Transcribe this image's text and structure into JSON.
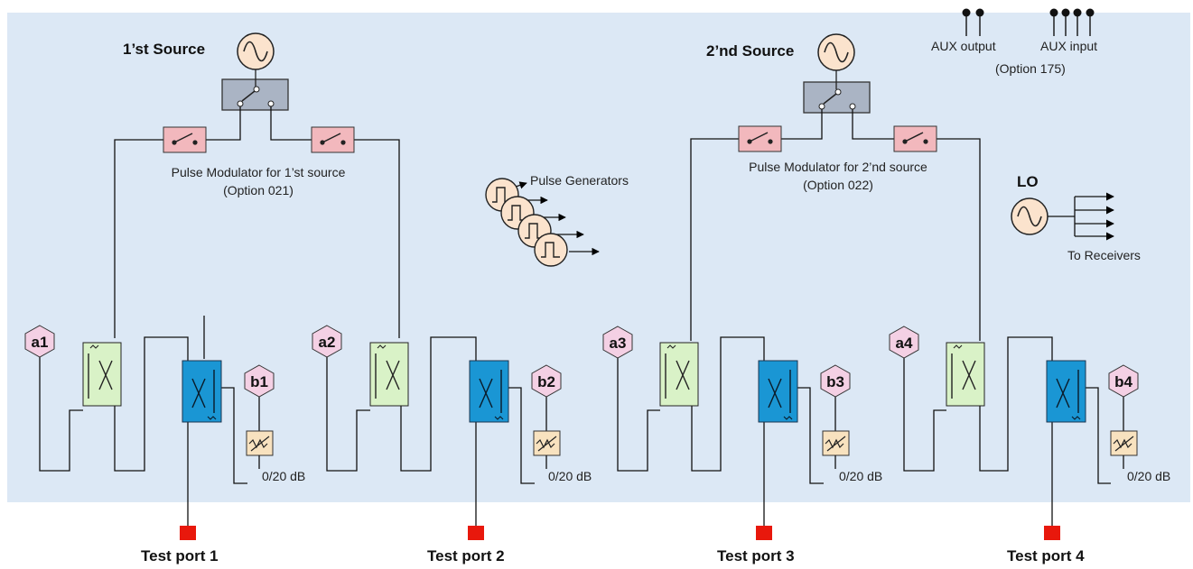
{
  "sources": [
    {
      "label": "1’st Source"
    },
    {
      "label": "2’nd Source"
    }
  ],
  "modulators": [
    {
      "label": "Pulse Modulator for 1’st source",
      "option": "(Option 021)"
    },
    {
      "label": "Pulse Modulator for 2’nd source",
      "option": "(Option 022)"
    }
  ],
  "pulse_generators": {
    "label": "Pulse Generators"
  },
  "aux": {
    "output": "AUX output",
    "input": "AUX input",
    "option": "(Option 175)"
  },
  "lo": {
    "label": "LO",
    "to_receivers": "To Receivers"
  },
  "ports": [
    {
      "a": "a1",
      "b": "b1",
      "attenuator": "0/20 dB",
      "test_port": "Test port 1"
    },
    {
      "a": "a2",
      "b": "b2",
      "attenuator": "0/20 dB",
      "test_port": "Test port 2"
    },
    {
      "a": "a3",
      "b": "b3",
      "attenuator": "0/20 dB",
      "test_port": "Test port 3"
    },
    {
      "a": "a4",
      "b": "b4",
      "attenuator": "0/20 dB",
      "test_port": "Test port 4"
    }
  ],
  "colors": {
    "background": "#dce8f5",
    "reference_coupler": "#d9f2c7",
    "test_coupler": "#1a96d4",
    "receiver_hex": "#f4d0e4",
    "modulator": "#f2b8bd",
    "switch": "#aab4c4",
    "source_circle": "#fbe3cd",
    "attenuator": "#f8e2bf",
    "test_port": "#e8180c"
  }
}
